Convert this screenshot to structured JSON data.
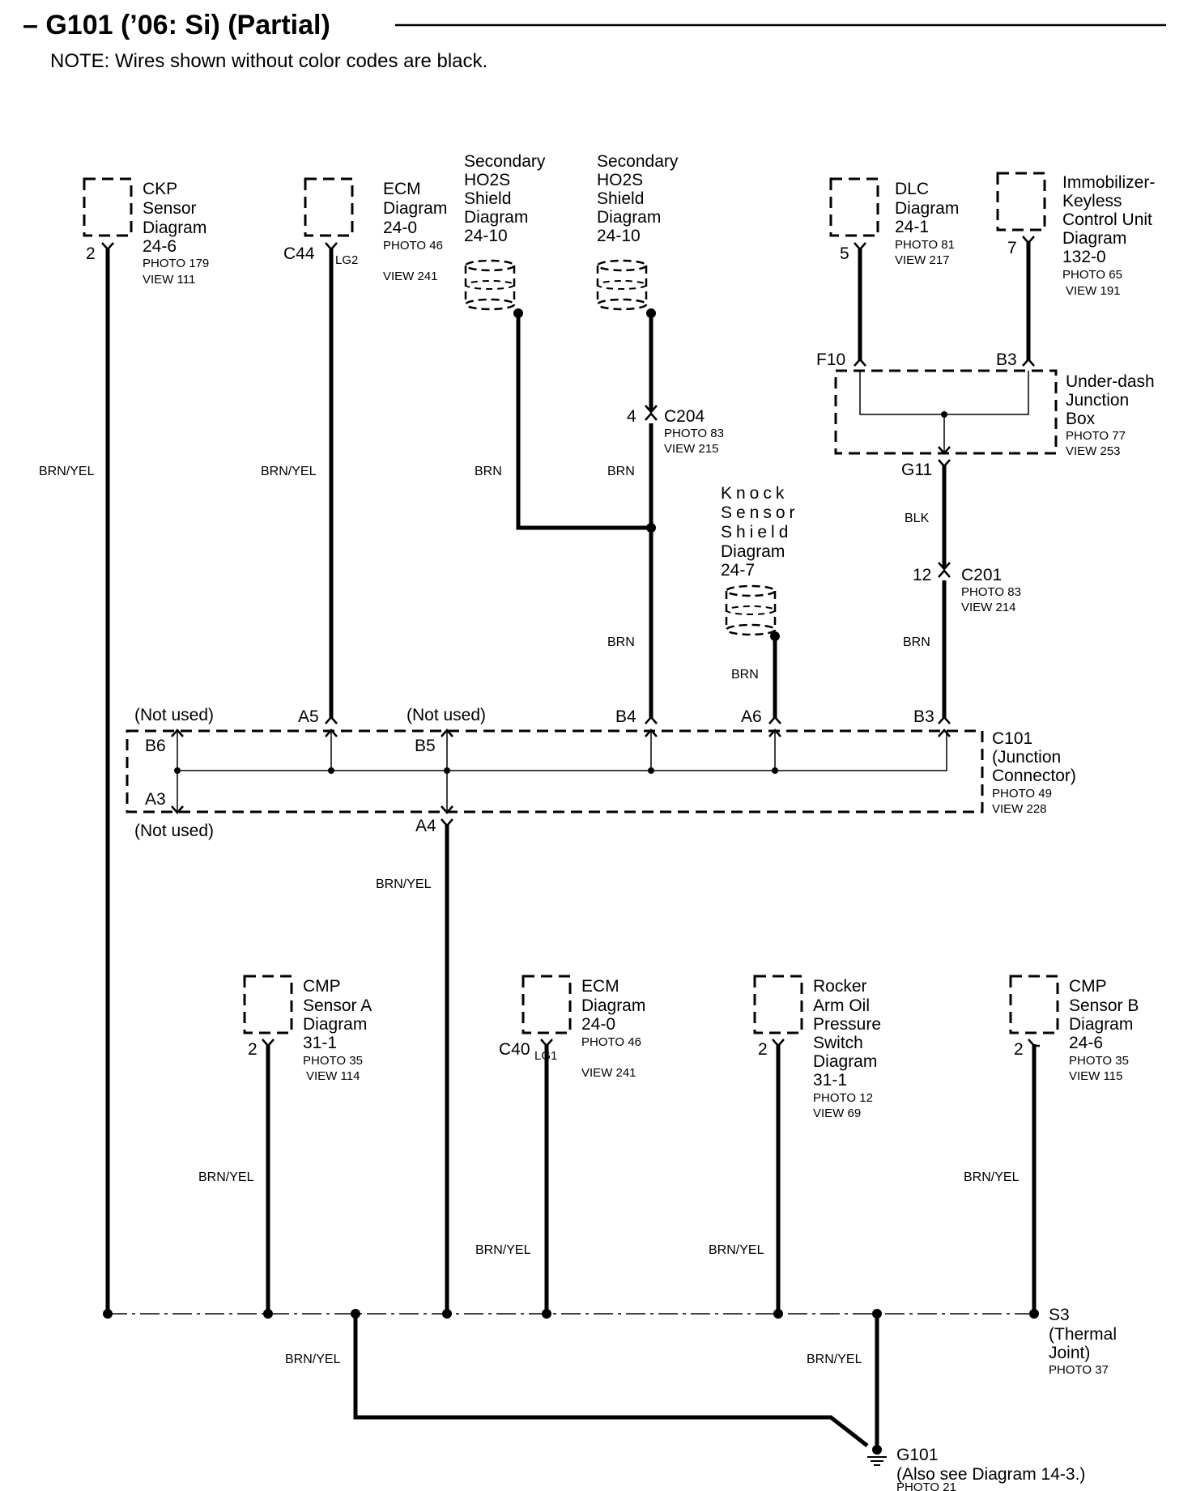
{
  "header": {
    "title": "– G101 (’06: Si) (Partial)",
    "note": "NOTE: Wires shown without color codes are black."
  },
  "components": {
    "ckp": {
      "lines": [
        "CKP",
        "Sensor",
        "Diagram",
        "24-6"
      ],
      "photo": "PHOTO 179",
      "view": "VIEW 111",
      "pin": "2"
    },
    "ecm_top": {
      "lines": [
        "ECM",
        "Diagram",
        "24-0"
      ],
      "photo": "PHOTO 46",
      "view": "VIEW 241",
      "connector": "C44",
      "wire_color": "LG2"
    },
    "sec_ho2s_1": {
      "lines": [
        "Secondary",
        "HO2S",
        "Shield",
        "Diagram",
        "24-10"
      ]
    },
    "sec_ho2s_2": {
      "lines": [
        "Secondary",
        "HO2S",
        "Shield",
        "Diagram",
        "24-10"
      ]
    },
    "dlc": {
      "lines": [
        "DLC",
        "Diagram",
        "24-1"
      ],
      "photo": "PHOTO 81",
      "view": "VIEW 217",
      "pin": "5"
    },
    "immobilizer": {
      "lines": [
        "Immobilizer-",
        "Keyless",
        "Control Unit",
        "Diagram",
        "132-0"
      ],
      "photo": "PHOTO 65",
      "view": "VIEW 191",
      "pin": "7"
    },
    "underdash": {
      "lines": [
        "Under-dash",
        "Junction",
        "Box"
      ],
      "photo": "PHOTO 77",
      "view": "VIEW 253",
      "pin_left": "F10",
      "pin_right": "B3",
      "pin_out": "G11"
    },
    "c204": {
      "name": "C204",
      "pin": "4",
      "photo": "PHOTO 83",
      "view": "VIEW 215"
    },
    "c201": {
      "name": "C201",
      "pin": "12",
      "photo": "PHOTO 83",
      "view": "VIEW 214"
    },
    "knock": {
      "lines": [
        "Knock",
        "Sensor",
        "Shield",
        "Diagram",
        "24-7"
      ]
    },
    "c101": {
      "lines": [
        "C101",
        "(Junction",
        "Connector)"
      ],
      "photo": "PHOTO 49",
      "view": "VIEW 228",
      "pins": {
        "a5": "A5",
        "b4": "B4",
        "a6": "A6",
        "b3": "B3",
        "b6": "B6",
        "b5": "B5",
        "a3": "A3",
        "a4": "A4"
      },
      "not_used": "(Not used)"
    },
    "cmp_a": {
      "lines": [
        "CMP",
        "Sensor A",
        "Diagram",
        "31-1"
      ],
      "photo": "PHOTO 35",
      "view": "VIEW 114",
      "pin": "2"
    },
    "ecm_bottom": {
      "lines": [
        "ECM",
        "Diagram",
        "24-0"
      ],
      "photo": "PHOTO 46",
      "view": "VIEW 241",
      "connector": "C40",
      "wire_color": "LG1"
    },
    "rocker": {
      "lines": [
        "Rocker",
        "Arm Oil",
        "Pressure",
        "Switch",
        "Diagram",
        "31-1"
      ],
      "photo": "PHOTO 12",
      "view": "VIEW 69",
      "pin": "2"
    },
    "cmp_b": {
      "lines": [
        "CMP",
        "Sensor B",
        "Diagram",
        "24-6"
      ],
      "photo": "PHOTO 35",
      "view": "VIEW 115",
      "pin": "2"
    },
    "s3": {
      "lines": [
        "S3",
        "(Thermal",
        "Joint)"
      ],
      "photo": "PHOTO 37"
    },
    "g101": {
      "lines": [
        "G101",
        "(Also see Diagram 14-3.)"
      ],
      "photo": "PHOTO 21"
    }
  },
  "wire_labels": {
    "brn_yel": "BRN/YEL",
    "brn": "BRN",
    "blk": "BLK"
  }
}
